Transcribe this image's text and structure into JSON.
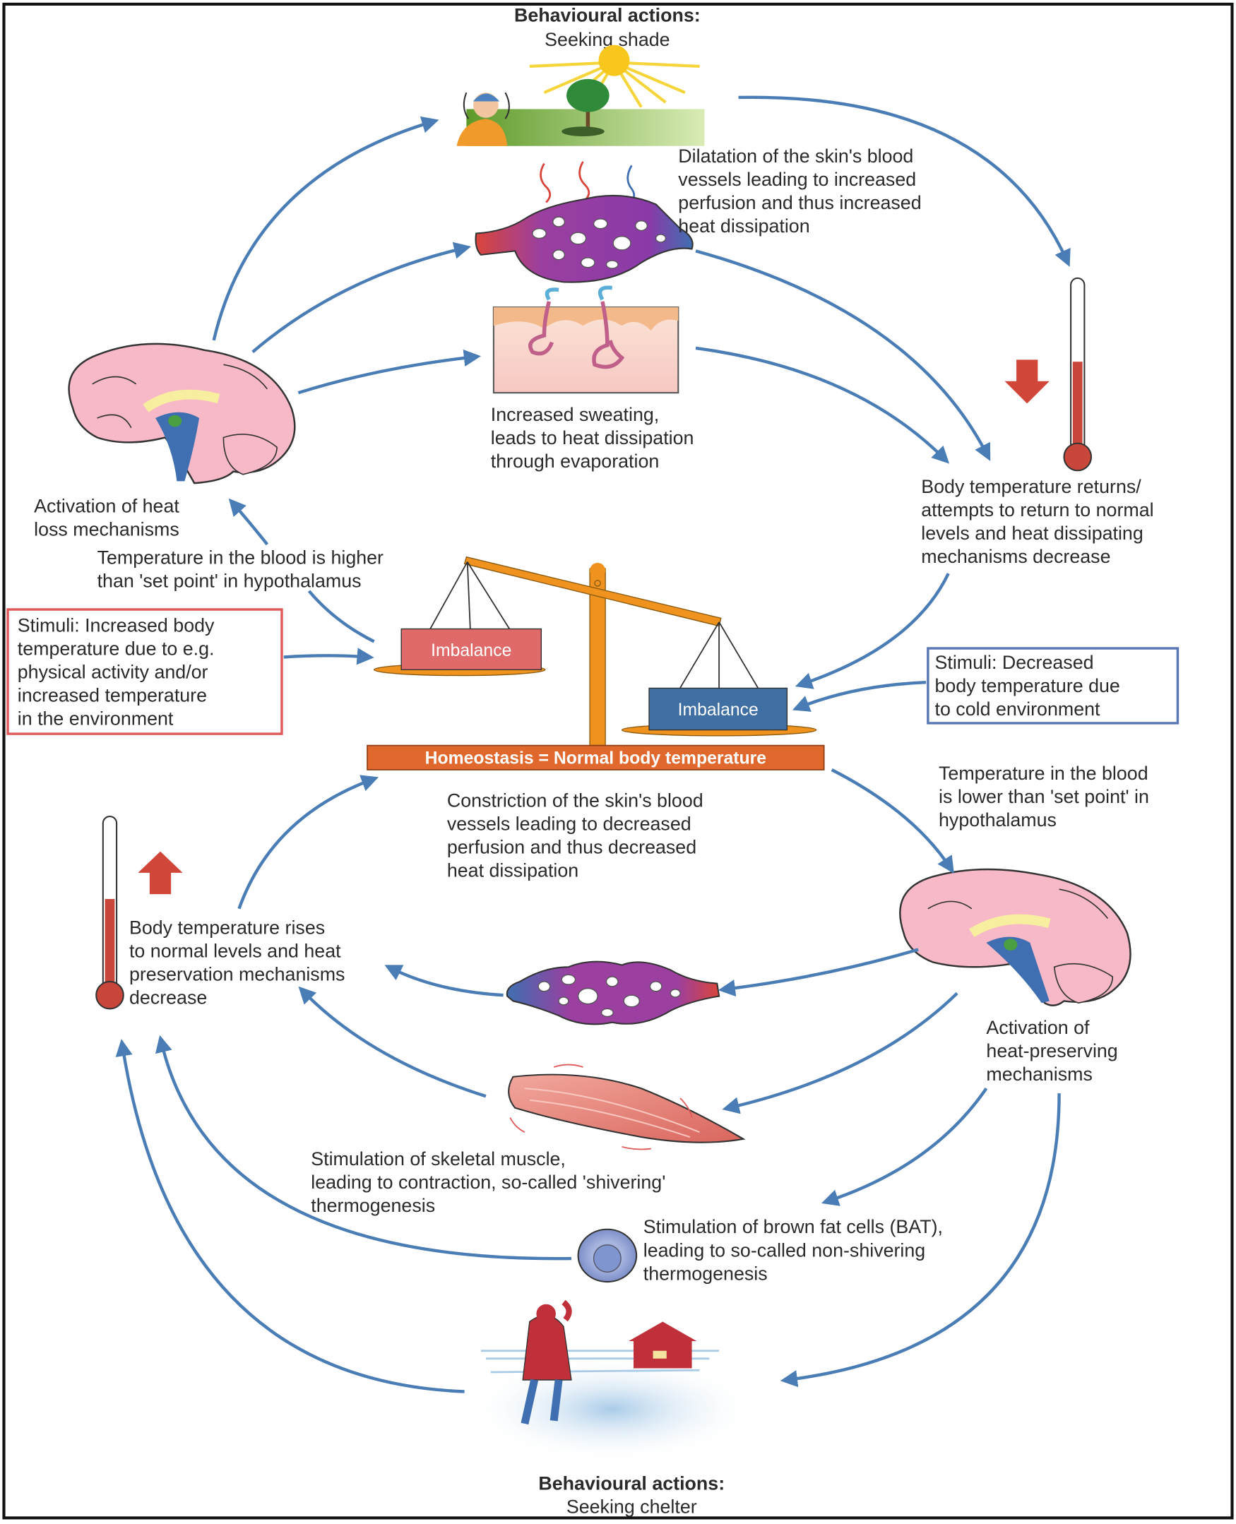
{
  "colors": {
    "arrow": "#4a7db5",
    "homeostasis_bar": "#e0682c",
    "imbalance_hot": "#e06a6a",
    "imbalance_cold": "#3f6fa3",
    "stimuli_hot_border": "#e05a5a",
    "stimuli_cold_border": "#5a78b5",
    "thermometer_red": "#c8463a"
  },
  "top_title": {
    "heading": "Behavioural actions:",
    "subtitle": "Seeking shade"
  },
  "bottom_title": {
    "heading": "Behavioural actions:",
    "subtitle": "Seeking chelter"
  },
  "labels": {
    "dilatation": [
      "Dilatation of the skin's blood",
      "vessels leading to increased",
      "perfusion and thus increased",
      "heat dissipation"
    ],
    "sweating": [
      "Increased sweating,",
      "leads to heat dissipation",
      "through evaporation"
    ],
    "heat_loss_activation": [
      "Activation of heat",
      "loss mechanisms"
    ],
    "temp_returns": [
      "Body temperature returns/",
      "attempts to return to normal",
      "levels and heat dissipating",
      "mechanisms decrease"
    ],
    "temp_higher": [
      "Temperature in the blood is higher",
      "than 'set point' in hypothalamus"
    ],
    "stimuli_increased": [
      "Stimuli: Increased body",
      "temperature due to e.g.",
      "physical activity and/or",
      "increased temperature",
      "in the environment"
    ],
    "stimuli_decreased": [
      "Stimuli: Decreased",
      "body temperature due",
      "to cold environment"
    ],
    "imbalance_left": "Imbalance",
    "imbalance_right": "Imbalance",
    "homeostasis": "Homeostasis = Normal body temperature",
    "temp_lower": [
      "Temperature in the blood",
      "is lower than 'set point' in",
      "hypothalamus"
    ],
    "constriction": [
      "Constriction of the skin's blood",
      "vessels leading to decreased",
      "perfusion and thus decreased",
      "heat dissipation"
    ],
    "temp_rises": [
      "Body temperature rises",
      "to normal levels and heat",
      "preservation mechanisms",
      "decrease"
    ],
    "heat_preserving_activation": [
      "Activation of",
      "heat-preserving",
      "mechanisms"
    ],
    "shivering": [
      "Stimulation of skeletal muscle,",
      "leading to contraction, so-called 'shivering'",
      "thermogenesis"
    ],
    "bat": [
      "Stimulation of brown fat cells (BAT),",
      "leading to so-called non-shivering",
      "thermogenesis"
    ]
  },
  "icons": [
    "sun-shade-scene",
    "dilated-blood-vessel",
    "sweating-skin",
    "brain",
    "thermometer",
    "down-arrow",
    "balance-scale",
    "up-arrow",
    "constricted-blood-vessel",
    "skeletal-muscle",
    "brown-fat-cell",
    "cold-wind-scene"
  ]
}
